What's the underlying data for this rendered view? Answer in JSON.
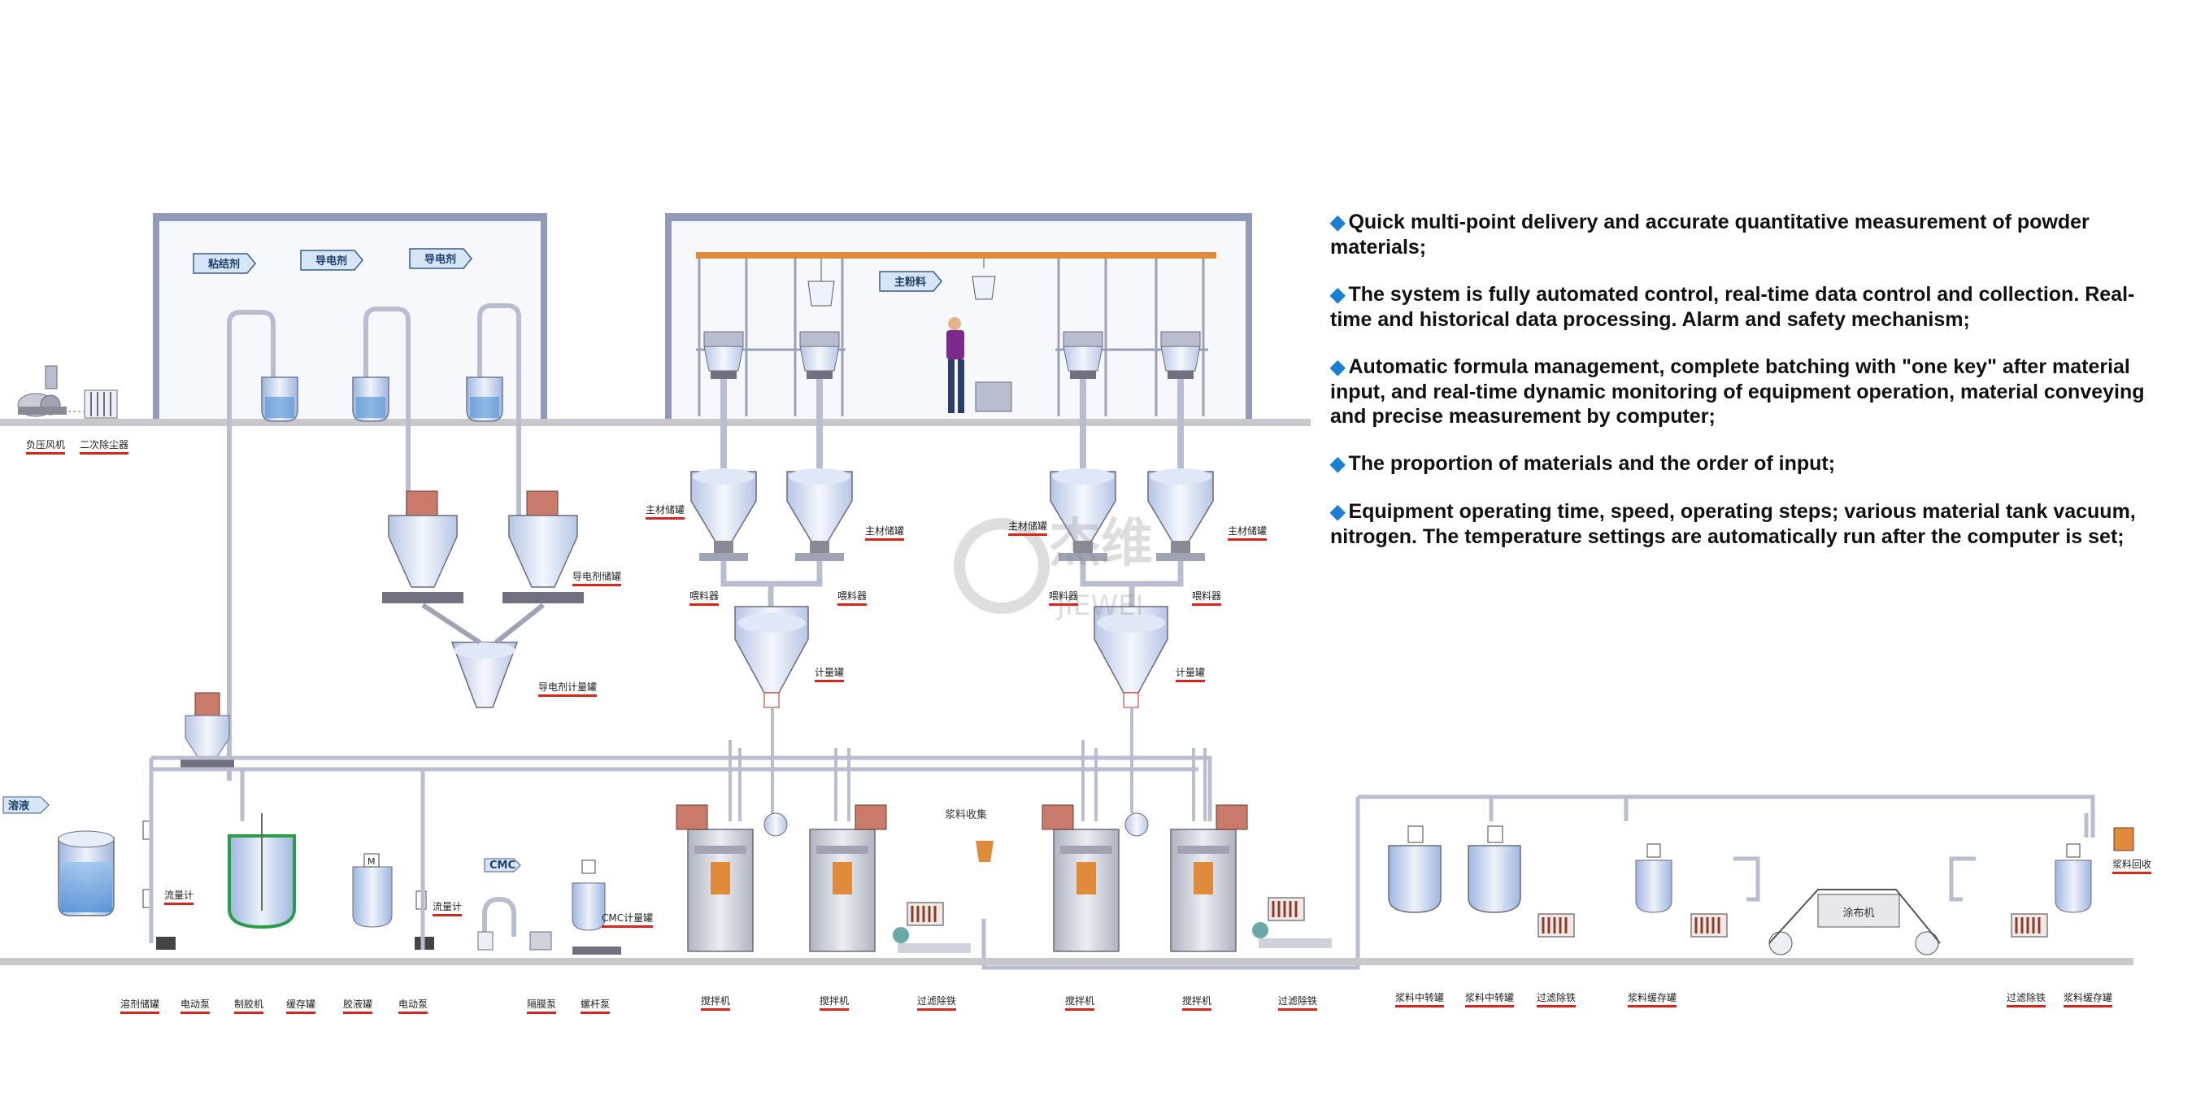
{
  "features": [
    "Quick multi-point delivery and accurate quantitative measurement of powder materials;",
    "The system is fully automated control, real-time data control and collection. Real-time and historical data processing. Alarm and safety mechanism;",
    "Automatic formula management, complete batching with \"one key\" after material input, and real-time dynamic monitoring of equipment operation, material conveying and precise measurement by computer;",
    "The proportion of materials and the order of input;",
    "Equipment operating time, speed, operating steps; various material tank vacuum, nitrogen. The temperature settings are automatically run after the computer is set;"
  ],
  "watermark": {
    "cn": "杰维",
    "en": "JIEWEI"
  },
  "room_tags": {
    "binder": "粘结剂",
    "conductive1": "导电剂",
    "conductive2": "导电剂",
    "main_powder": "主粉料"
  },
  "flow_tags": {
    "solvent": "溶液",
    "cmc": "CMC",
    "coating_machine": "涂布机",
    "slurry_arrow": "浆料收集"
  },
  "labels": {
    "vacuum_fan": "负压风机",
    "secondary_dust": "二次除尘器",
    "main_tank_1": "主材储罐",
    "main_tank_2": "主材储罐",
    "main_tank_3": "主材储罐",
    "main_tank_4": "主材储罐",
    "feeder_1": "喂料器",
    "feeder_2": "喂料器",
    "feeder_3": "喂料器",
    "feeder_4": "喂料器",
    "meter_tank_1": "计量罐",
    "meter_tank_2": "计量罐",
    "cond_storage": "导电剂储罐",
    "cond_meter": "导电剂计量罐",
    "flowmeter_1": "流量计",
    "flowmeter_2": "流量计",
    "cmc_meter": "CMC计量罐",
    "recovery": "浆料回收",
    "b_solvent_tank": "溶剂储罐",
    "b_pump_1": "电动泵",
    "b_glue_tank": "制胶机",
    "b_buffer_tank": "缓存罐",
    "b_storage_tank": "胶液罐",
    "b_pump_2": "电动泵",
    "b_powder_tank": "隔膜泵",
    "b_screw": "螺杆泵",
    "b_mixer_1": "搅拌机",
    "b_mixer_2": "搅拌机",
    "b_filter_1": "过滤除铁",
    "b_mixer_3": "搅拌机",
    "b_mixer_4": "搅拌机",
    "b_filter_2": "过滤除铁",
    "b_transfer_1": "浆料中转罐",
    "b_transfer_2": "浆料中转罐",
    "b_filter_3": "过滤除铁",
    "b_cache_1": "浆料缓存罐",
    "b_filter_4": "过滤除铁",
    "b_cache_2": "浆料缓存罐"
  },
  "colors": {
    "accent": "#1a7fd4",
    "underline": "#d9261c",
    "pipe": "#b8bdd0",
    "tank": "#c9d8f0",
    "floor": "#c8c8cc",
    "frame": "#8f9bb8"
  }
}
